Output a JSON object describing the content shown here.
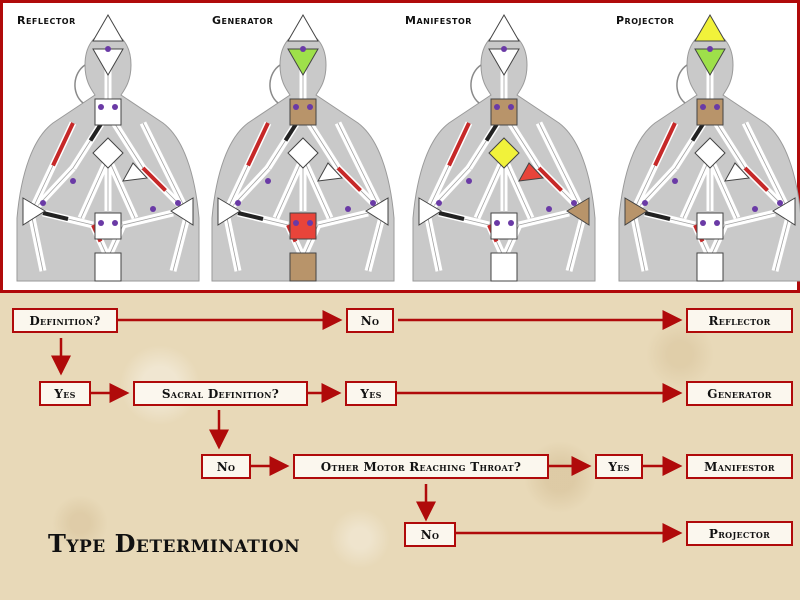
{
  "chart_types": [
    {
      "label": "Reflector"
    },
    {
      "label": "Generator"
    },
    {
      "label": "Manifestor"
    },
    {
      "label": "Projector"
    }
  ],
  "flowchart": {
    "title": "Type Determination",
    "nodes": {
      "definition": "Definition?",
      "no_1": "No",
      "reflector": "Reflector",
      "yes_1": "Yes",
      "sacral": "Sacral Definition?",
      "yes_2": "Yes",
      "generator": "Generator",
      "no_2": "No",
      "motor": "Other Motor Reaching Throat?",
      "yes_3": "Yes",
      "manifestor": "Manifestor",
      "no_3": "No",
      "projector": "Projector"
    }
  },
  "colors": {
    "accent_red": "#b00a0a",
    "defined_green": "#9ee04a",
    "defined_yellow": "#f1f23a",
    "defined_brown": "#b8946a",
    "sacral_red": "#e8443a"
  }
}
